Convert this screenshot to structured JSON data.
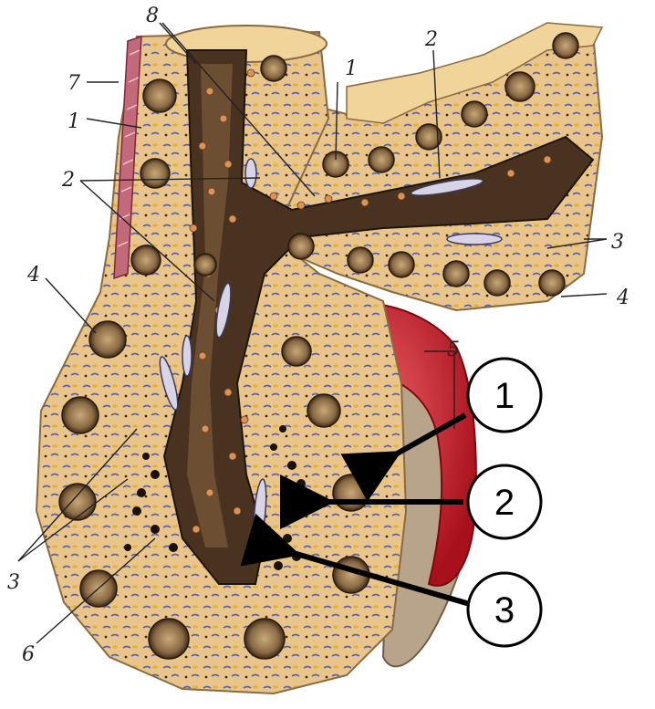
{
  "labels": {
    "l1_left": "1",
    "l1_top": "1",
    "l2_left": "2",
    "l2_top": "2",
    "l3_right": "3",
    "l3_left": "3",
    "l4_left": "4",
    "l4_right": "4",
    "l5": "5",
    "l6": "6",
    "l7": "7",
    "l8": "8"
  },
  "callouts": [
    {
      "text": "1"
    },
    {
      "text": "2"
    },
    {
      "text": "3"
    }
  ],
  "colors": {
    "cell": "#e8c48a",
    "cell_edge": "#c9a266",
    "lumen": "#4a3220",
    "granule": "#d9925a",
    "nucleus": "#7a5a3a",
    "vessel": "#c8202a",
    "capsule": "#b09a80"
  }
}
